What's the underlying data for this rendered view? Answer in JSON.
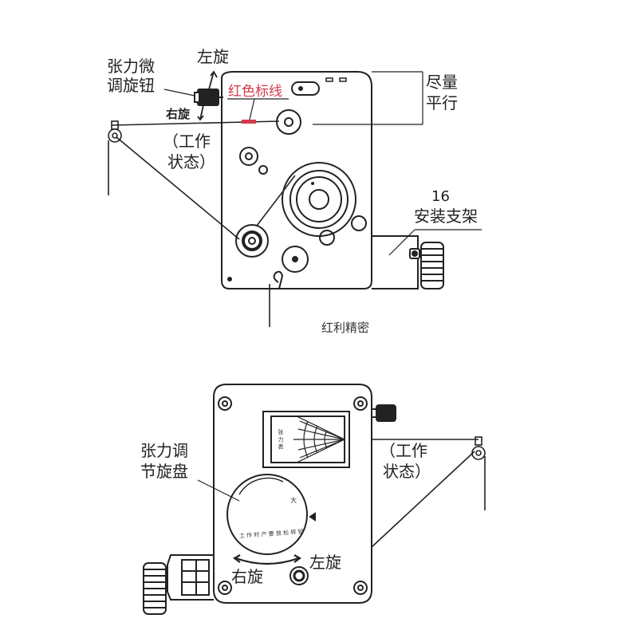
{
  "colors": {
    "line": "#222222",
    "red_mark": "#d23a4a",
    "background": "#ffffff"
  },
  "top_diagram": {
    "knob_label": [
      "张力微",
      "调旋钮"
    ],
    "left_turn": "左旋",
    "right_turn": "右旋",
    "red_line_label": "红色标线",
    "parallel_label": [
      "尽量",
      "平行"
    ],
    "working_state": [
      "（工作",
      "状态）"
    ],
    "bracket_number": "16",
    "bracket_label": "安装支架",
    "watermark": "红利精密"
  },
  "bottom_diagram": {
    "dial_label": [
      "张力调",
      "节旋盘"
    ],
    "working_state": [
      "（工作",
      "状态）"
    ],
    "right_turn": "右旋",
    "left_turn": "左旋",
    "gauge_label": "张 力 表"
  }
}
